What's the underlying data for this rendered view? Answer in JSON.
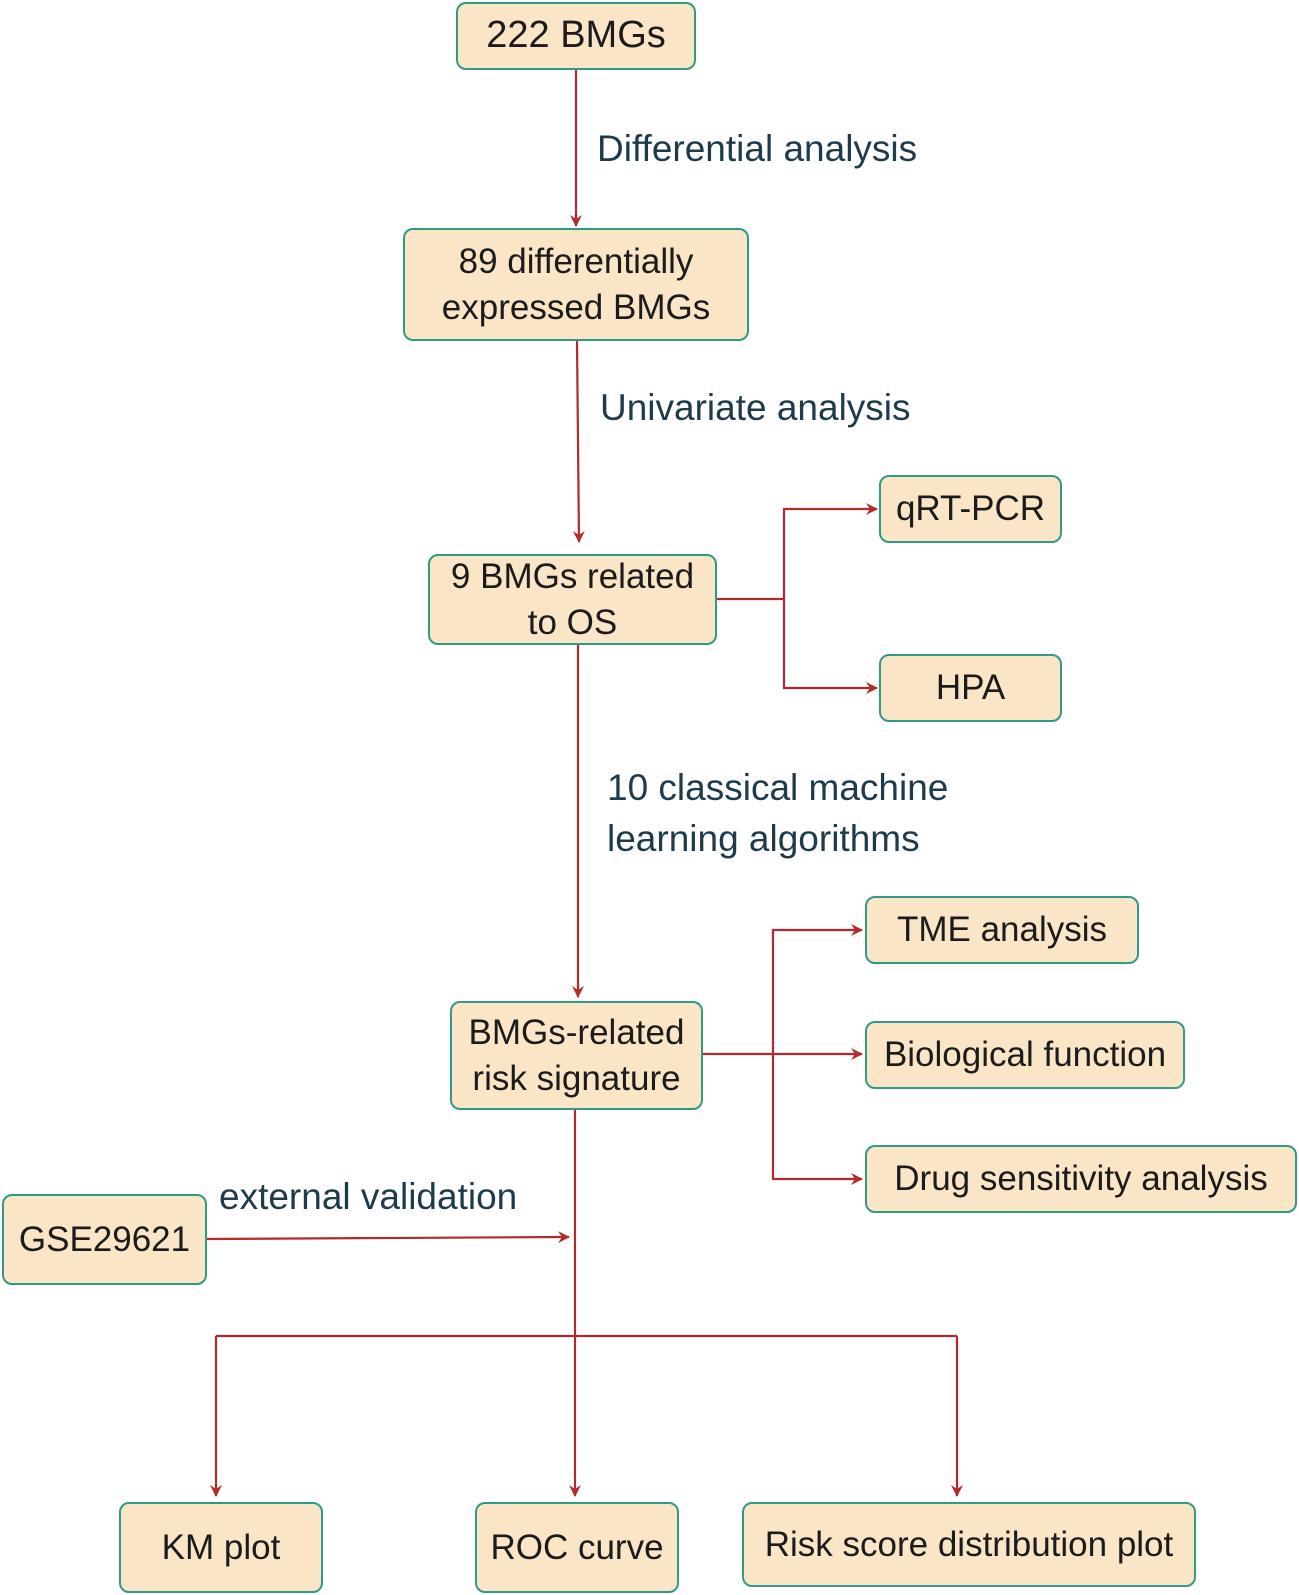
{
  "nodes": {
    "bmgs_222": "222 BMGs",
    "diff_89": "89 differentially\nexpressed BMGs",
    "bmgs_9_os": "9 BMGs related\nto OS",
    "qrt_pcr": "qRT-PCR",
    "hpa": "HPA",
    "risk_signature": "BMGs-related\nrisk signature",
    "tme_analysis": "TME analysis",
    "biological_function": "Biological function",
    "drug_sensitivity": "Drug sensitivity analysis",
    "gse29621": "GSE29621",
    "km_plot": "KM plot",
    "roc_curve": "ROC curve",
    "risk_score_plot": "Risk score distribution plot"
  },
  "edge_labels": {
    "differential": "Differential analysis",
    "univariate": "Univariate analysis",
    "ml_algorithms": "10 classical machine\nlearning algorithms",
    "external_validation": "external validation"
  },
  "colors": {
    "node_fill": "#fbe5c7",
    "node_border": "#2f9a86",
    "arrow": "#b22a2a",
    "label_text": "#1d3b4a"
  }
}
